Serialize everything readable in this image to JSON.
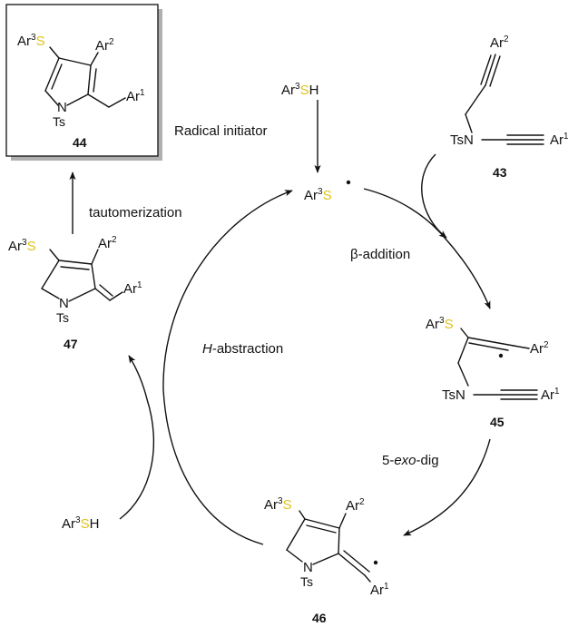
{
  "colors": {
    "sulfur": "#e0c21a",
    "ink": "#111111",
    "box_shadow": "#b0b0b0"
  },
  "labels": {
    "radical_initiator": "Radical initiator",
    "tautomerization": "tautomerization",
    "beta_addition": "β-addition",
    "h_abstraction_h": "H",
    "h_abstraction_rest": "-abstraction",
    "exo_dig_pre": "5-",
    "exo_dig_it": "exo",
    "exo_dig_post": "-dig"
  },
  "atoms": {
    "ar": "Ar",
    "s": "S",
    "h": "H",
    "n": "N",
    "ts": "Ts",
    "tsn": "TsN",
    "sup1": "1",
    "sup2": "2",
    "sup3": "3"
  },
  "compounds": {
    "c43": "43",
    "c44": "44",
    "c45": "45",
    "c46": "46",
    "c47": "47"
  }
}
